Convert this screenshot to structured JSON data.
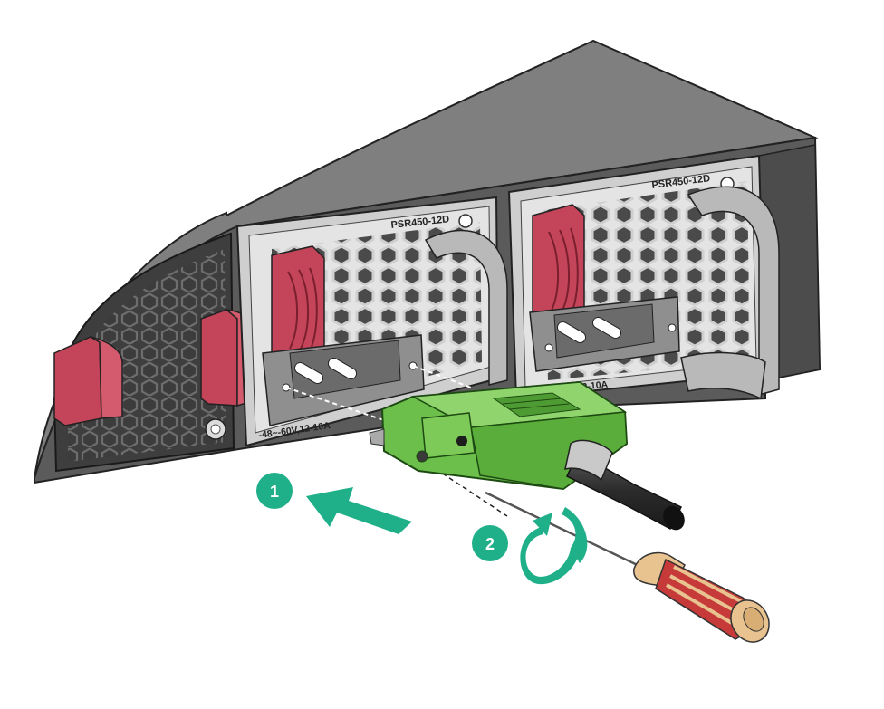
{
  "psu_left": {
    "model": "PSR450-12D",
    "rating": "-48~-60V,12-10A"
  },
  "psu_right": {
    "model": "PSR450-12D",
    "rating": "-48~-60V,12-10A"
  },
  "steps": [
    {
      "number": "1"
    },
    {
      "number": "2"
    }
  ],
  "colors": {
    "chassis_top": "#7d7d7d",
    "chassis_side": "#5a5a5a",
    "panel": "#d2d2d2",
    "latch_red": "#c8485a",
    "connector_green": "#6cbf4a",
    "step_teal": "#1fb08a",
    "handle_grey": "#b8b8b8"
  },
  "icons": [
    "step-badge-icon",
    "push-arrow-icon",
    "rotate-clockwise-icon",
    "screwdriver-icon"
  ]
}
